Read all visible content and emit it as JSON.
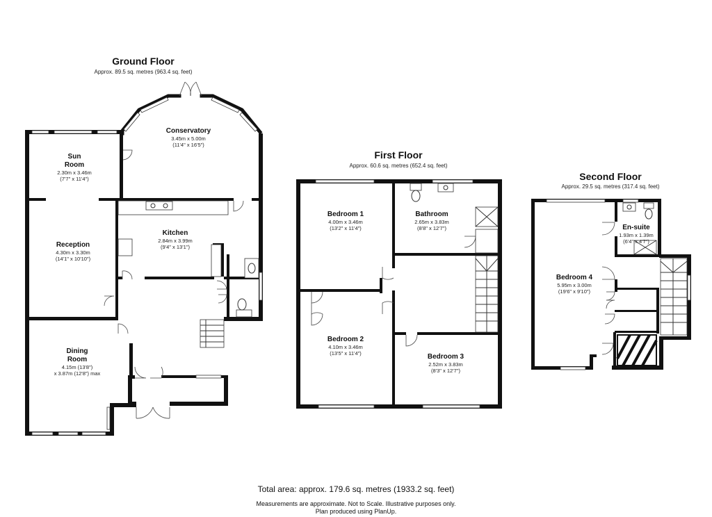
{
  "floors": [
    {
      "title": "Ground Floor",
      "area": "Approx. 89.5 sq. metres (963.4 sq. feet)",
      "rooms": [
        {
          "name": "Conservatory",
          "dims": [
            "3.45m x 5.00m",
            "(11'4\" x 16'5\")"
          ]
        },
        {
          "name": "Sun",
          "name2": "Room",
          "dims": [
            "2.30m x 3.46m",
            "(7'7\" x 11'4\")"
          ]
        },
        {
          "name": "Kitchen",
          "dims": [
            "2.84m x 3.99m",
            "(9'4\" x 13'1\")"
          ]
        },
        {
          "name": "Reception",
          "dims": [
            "4.30m x 3.30m",
            "(14'1\" x 10'10\")"
          ]
        },
        {
          "name": "Dining",
          "name2": "Room",
          "dims": [
            "4.15m (13'8\")",
            "x 3.87m (12'8\") max"
          ]
        }
      ]
    },
    {
      "title": "First Floor",
      "area": "Approx. 60.6 sq. metres (652.4 sq. feet)",
      "rooms": [
        {
          "name": "Bedroom 1",
          "dims": [
            "4.00m x 3.46m",
            "(13'2\" x 11'4\")"
          ]
        },
        {
          "name": "Bathroom",
          "dims": [
            "2.65m x 3.83m",
            "(8'8\" x 12'7\")"
          ]
        },
        {
          "name": "Bedroom 2",
          "dims": [
            "4.10m x 3.46m",
            "(13'5\" x 11'4\")"
          ]
        },
        {
          "name": "Bedroom 3",
          "dims": [
            "2.52m x 3.83m",
            "(8'3\" x 12'7\")"
          ]
        }
      ]
    },
    {
      "title": "Second Floor",
      "area": "Approx. 29.5 sq. metres (317.4 sq. feet)",
      "rooms": [
        {
          "name": "En-suite",
          "dims": [
            "1.93m x 1.39m",
            "(6'4\" x 4'7\")"
          ]
        },
        {
          "name": "Bedroom 4",
          "dims": [
            "5.95m x 3.00m",
            "(19'6\" x 9'10\")"
          ]
        }
      ]
    }
  ],
  "footer": {
    "total": "Total area: approx. 179.6 sq. metres (1933.2 sq. feet)",
    "note": "Measurements are approximate. Not to Scale. Illustrative purposes only.",
    "credit": "Plan produced using PlanUp."
  }
}
